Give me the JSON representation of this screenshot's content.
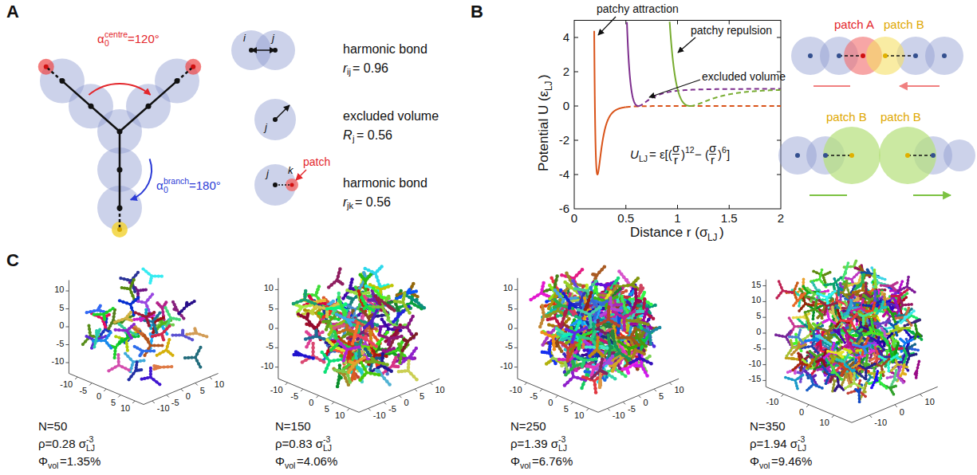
{
  "diagram": {
    "labels": [
      "A",
      "α",
      "0",
      "centre",
      "=120°",
      "α",
      "0",
      "branch",
      "=180°",
      "harmonic bond",
      "r",
      "ij",
      "= 0.96",
      "i",
      "j",
      "excluded volume",
      "R",
      "j",
      "= 0.56",
      "j",
      "harmonic bond",
      "r",
      "jk",
      "= 0.56",
      "j",
      "k",
      "patch",
      "B",
      "Potential U (ε",
      "LJ",
      ")",
      "4",
      "2",
      "0",
      "-2",
      "-4",
      "-6",
      "0",
      "0.5",
      "1",
      "1.5",
      "2",
      "Distance r (σ",
      "LJ",
      ")",
      "patchy attraction",
      "patchy repulsion",
      "excluded volume",
      "U",
      "LJ",
      "= ε[(",
      "σ",
      "r",
      ")",
      "12",
      "− (",
      "σ",
      "r",
      ")",
      "6",
      "]",
      "patch A",
      "patch B",
      "patch B",
      "patch B",
      "C",
      "10",
      "5",
      "0",
      "-5",
      "-10",
      "-10",
      "-5",
      "0",
      "5",
      "10",
      "-10",
      "-5",
      "0",
      "5",
      "10",
      "N=50",
      "ρ=0.28 σ",
      "LJ",
      "-3",
      "Φ",
      "vol",
      "=1.35%",
      "10",
      "5",
      "0",
      "-5",
      "-10",
      "-10",
      "-5",
      "0",
      "5",
      "10",
      "-10",
      "-5",
      "0",
      "5",
      "10",
      "N=150",
      "ρ=0.83 σ",
      "LJ",
      "-3",
      "Φ",
      "vol",
      "=4.06%",
      "10",
      "5",
      "0",
      "-5",
      "-10",
      "-10",
      "-5",
      "0",
      "5",
      "10",
      "-10",
      "-5",
      "0",
      "5",
      "10",
      "N=250",
      "ρ=1.39 σ",
      "LJ",
      "-3",
      "Φ",
      "vol",
      "=6.76%",
      "15",
      "10",
      "5",
      "0",
      "-5",
      "-10",
      "-15",
      "-10",
      "0",
      "10",
      "-10",
      "0",
      "10",
      "N=350",
      "ρ=1.94 σ",
      "LJ",
      "-3",
      "Φ",
      "vol",
      "=9.46%"
    ]
  }
}
